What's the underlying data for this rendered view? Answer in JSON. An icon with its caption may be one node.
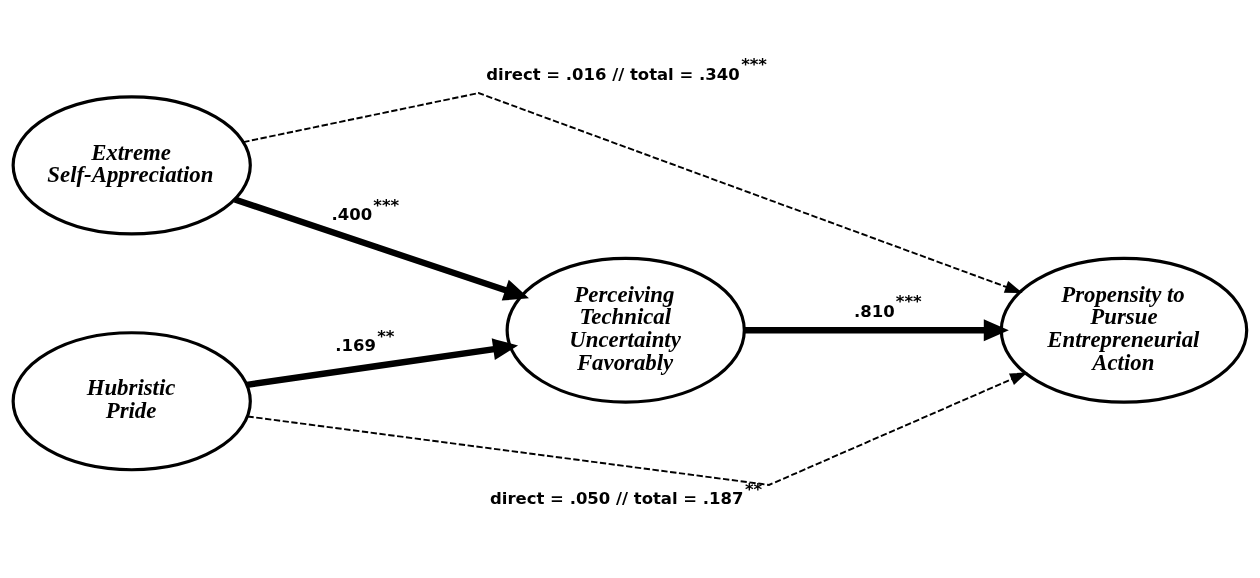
{
  "diagram": {
    "nodes": [
      {
        "text": [
          "Extreme Self-Appreciation"
        ]
      },
      {
        "text": [
          "Perceiving Technical Uncertainty Favorably"
        ]
      },
      {
        "text": [
          "Propensity to Pursue Entrepreneurial Action"
        ]
      },
      {
        "text": [
          "Hubristic Pride"
        ]
      }
    ],
    "edges": [
      {
        "from": 0,
        "to": 2,
        "arrow": "to",
        "label": "direct = .016 // total = .340$^{***}$",
        "style": "dashed"
      },
      {
        "from": 0,
        "to": 1,
        "arrow": "to",
        "label": ".400$^{***}$"
      },
      {
        "from": 1,
        "to": 2,
        "arrow": "to",
        "label": ".810$^{***}$"
      },
      {
        "from": 3,
        "to": 1,
        "arrow": "to",
        "label": ".169$^{**}$"
      },
      {
        "from": 3,
        "to": 2,
        "arrow": "to",
        "label": "direct = .050 // total = .187$^{**}$",
        "style": "dashed"
      }
    ]
  }
}
